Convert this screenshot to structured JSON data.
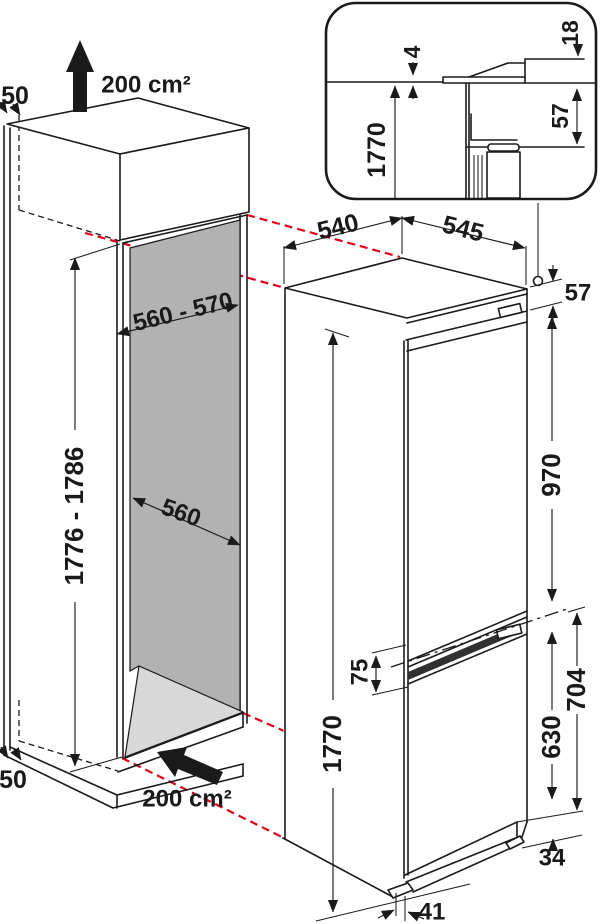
{
  "title": "Built-in fridge-freezer niche installation dimension drawing",
  "colors": {
    "line": "#1a1a1a",
    "projection_red": "#e2001a",
    "niche_back_panel": "#b2b2b2",
    "niche_floor": "#d8d8d8",
    "door_recess": "#303030",
    "background": "#ffffff"
  },
  "cabinet": {
    "rear_gap_top": "50",
    "vent_area_top": "200 cm²",
    "niche_width": "560 - 570",
    "niche_depth": "560",
    "niche_height": "1776 - 1786",
    "rear_gap_bottom": "50",
    "vent_area_bottom": "200 cm²"
  },
  "appliance": {
    "depth": "540",
    "width": "545",
    "top_clearance": "57",
    "upper_door_height": "970",
    "door_split_gap": "75",
    "lower_door_height": "630",
    "lower_section_height": "704",
    "total_height": "1770",
    "plinth_height": "34",
    "foot_inset": "41"
  },
  "detail_inset": {
    "panel_thickness": "4",
    "worktop_thickness": "18",
    "niche_height": "1770",
    "top_clearance": "57"
  }
}
